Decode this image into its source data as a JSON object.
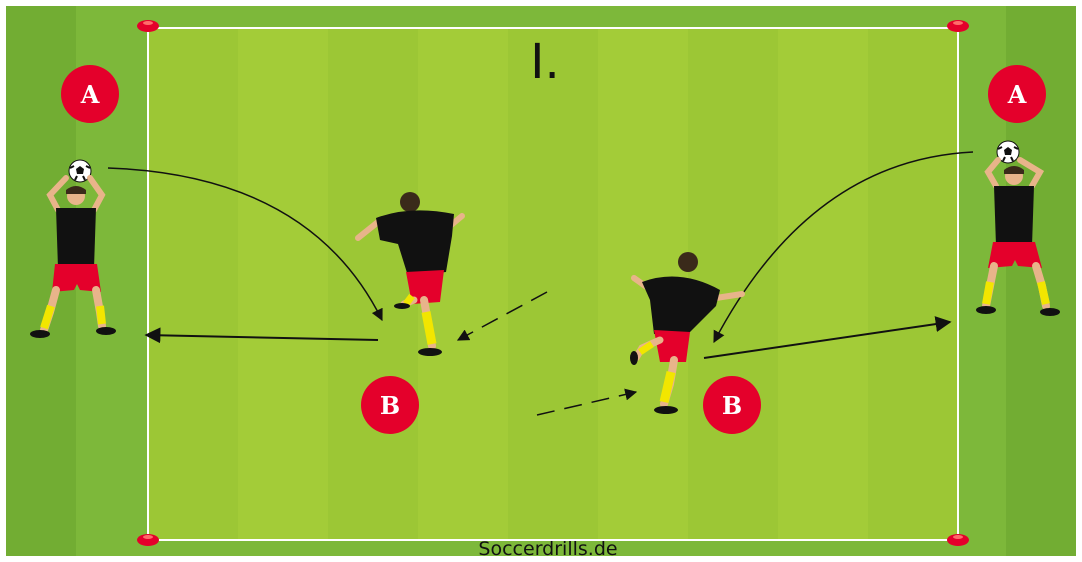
{
  "diagram": {
    "title": "I.",
    "footer": "Soccerdrills.de",
    "markers": [
      {
        "id": "a-left",
        "label": "A"
      },
      {
        "id": "a-right",
        "label": "A"
      },
      {
        "id": "b-left",
        "label": "B"
      },
      {
        "id": "b-right",
        "label": "B"
      }
    ],
    "colors": {
      "grass_outer": "#7db83a",
      "grass_field_light": "#a3cc38",
      "grass_field_dark": "#93c232",
      "line": "#ffffff",
      "cone": "#e4002b",
      "marker": "#e4002b",
      "shirt": "#111111",
      "shorts": "#e4002b",
      "socks": "#f2e600",
      "skin": "#e8b48a",
      "arrow": "#111111"
    }
  }
}
